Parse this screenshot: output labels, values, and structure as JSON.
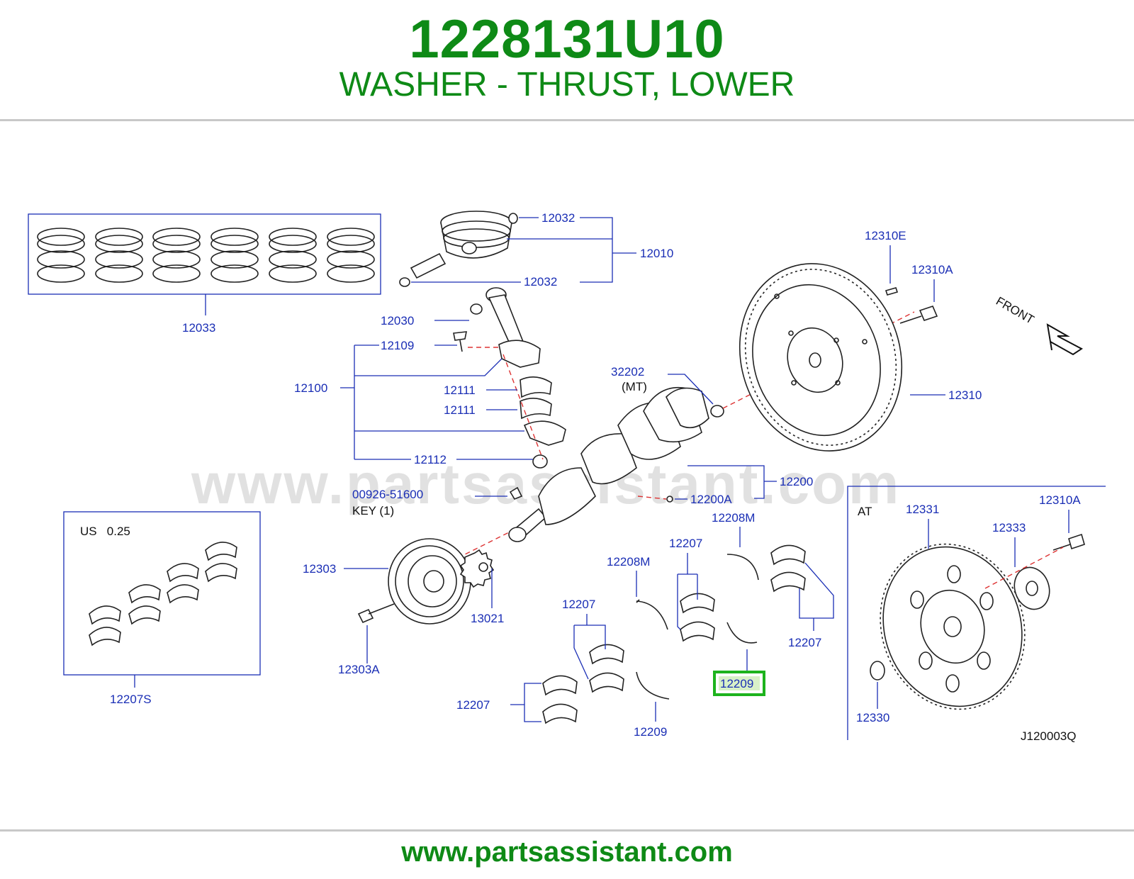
{
  "header": {
    "part_number": "1228131U10",
    "description": "WASHER - THRUST, LOWER"
  },
  "watermark": "www.partsassistant.com",
  "footer": {
    "url": "www.partsassistant.com"
  },
  "diagram": {
    "code": "J120003Q",
    "front_label": "FRONT",
    "at_label": "AT",
    "us_label": "US   0.25",
    "key_label": "KEY   (1)",
    "mt_label": "(MT)",
    "highlight_color": "#1db31d",
    "callouts": {
      "c12032a": "12032",
      "c12010": "12010",
      "c12032b": "12032",
      "c12033": "12033",
      "c12030": "12030",
      "c12109": "12109",
      "c12100": "12100",
      "c12111a": "12111",
      "c12111b": "12111",
      "c12112": "12112",
      "c00926": "00926-51600",
      "c12303": "12303",
      "c12303a": "12303A",
      "c13021": "13021",
      "c12207s": "12207S",
      "c32202": "32202",
      "c12310e": "12310E",
      "c12310a": "12310A",
      "c12310": "12310",
      "c12200": "12200",
      "c12200a": "12200A",
      "c12208m_a": "12208M",
      "c12207_a": "12207",
      "c12208m_b": "12208M",
      "c12207_b": "12207",
      "c12207_c": "12207",
      "c12207_d": "12207",
      "c12209_a": "12209",
      "c12209_b": "12209",
      "c12331": "12331",
      "c12333": "12333",
      "c12310a_b": "12310A",
      "c12330": "12330"
    }
  }
}
